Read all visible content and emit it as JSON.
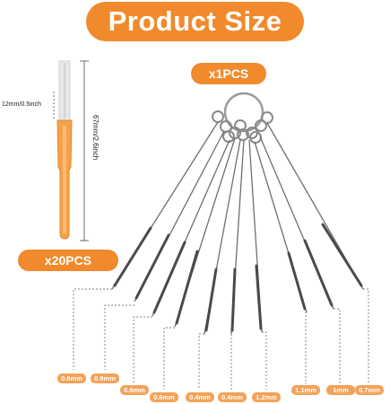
{
  "title": "Product Size",
  "brush": {
    "quantity_label": "x20PCS",
    "tip_length_label": "12mm/0.5inch",
    "total_length_label": "67mm/2.6inch"
  },
  "pipe_cleaners": {
    "quantity_label": "x1PCS",
    "sizes": [
      "0.8mm",
      "0.9mm",
      "0.6mm",
      "0.6mm",
      "0.4mm",
      "0.4mm",
      "1.2mm",
      "1.1mm",
      "1mm",
      "0.7mm"
    ]
  },
  "colors": {
    "accent": "#f08a2c",
    "tag": "#f4a259"
  }
}
